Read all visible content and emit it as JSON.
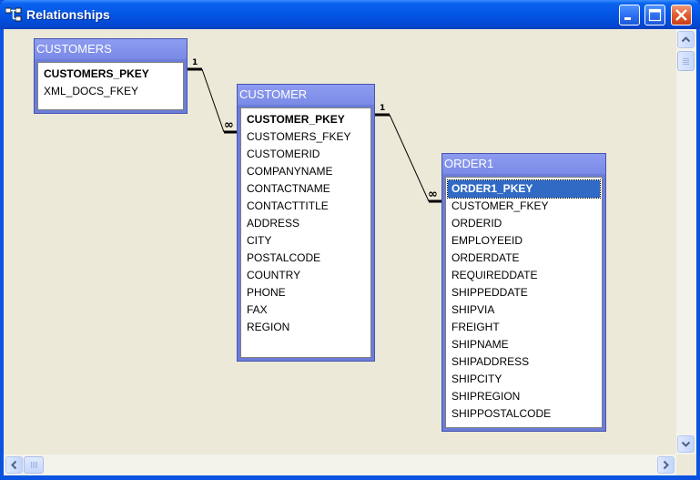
{
  "window": {
    "title": "Relationships",
    "colors": {
      "titlebar": "#0a53e0",
      "canvas": "#ece9d8",
      "table_header": "#7a8ae6",
      "selection": "#316ac5"
    }
  },
  "tables": {
    "customers": {
      "name": "CUSTOMERS",
      "fields": [
        "CUSTOMERS_PKEY",
        "XML_DOCS_FKEY"
      ],
      "primary_key": "CUSTOMERS_PKEY"
    },
    "customer": {
      "name": "CUSTOMER",
      "fields": [
        "CUSTOMER_PKEY",
        "CUSTOMERS_FKEY",
        "CUSTOMERID",
        "COMPANYNAME",
        "CONTACTNAME",
        "CONTACTTITLE",
        "ADDRESS",
        "CITY",
        "POSTALCODE",
        "COUNTRY",
        "PHONE",
        "FAX",
        "REGION"
      ],
      "primary_key": "CUSTOMER_PKEY"
    },
    "order1": {
      "name": "ORDER1",
      "fields": [
        "ORDER1_PKEY",
        "CUSTOMER_FKEY",
        "ORDERID",
        "EMPLOYEEID",
        "ORDERDATE",
        "REQUIREDDATE",
        "SHIPPEDDATE",
        "SHIPVIA",
        "FREIGHT",
        "SHIPNAME",
        "SHIPADDRESS",
        "SHIPCITY",
        "SHIPREGION",
        "SHIPPOSTALCODE"
      ],
      "primary_key": "ORDER1_PKEY",
      "selected_field": "ORDER1_PKEY"
    }
  },
  "relationships": [
    {
      "from": "CUSTOMERS.CUSTOMERS_PKEY",
      "to": "CUSTOMER.CUSTOMERS_FKEY",
      "one_label": "1",
      "many_label": "∞"
    },
    {
      "from": "CUSTOMER.CUSTOMER_PKEY",
      "to": "ORDER1.CUSTOMER_FKEY",
      "one_label": "1",
      "many_label": "∞"
    }
  ],
  "icons": {
    "app": "relationships-icon",
    "minimize": "minimize-icon",
    "maximize": "maximize-icon",
    "close": "close-icon",
    "scroll_up": "arrow-up-icon",
    "scroll_down": "arrow-down-icon",
    "scroll_left": "arrow-left-icon",
    "scroll_right": "arrow-right-icon"
  }
}
